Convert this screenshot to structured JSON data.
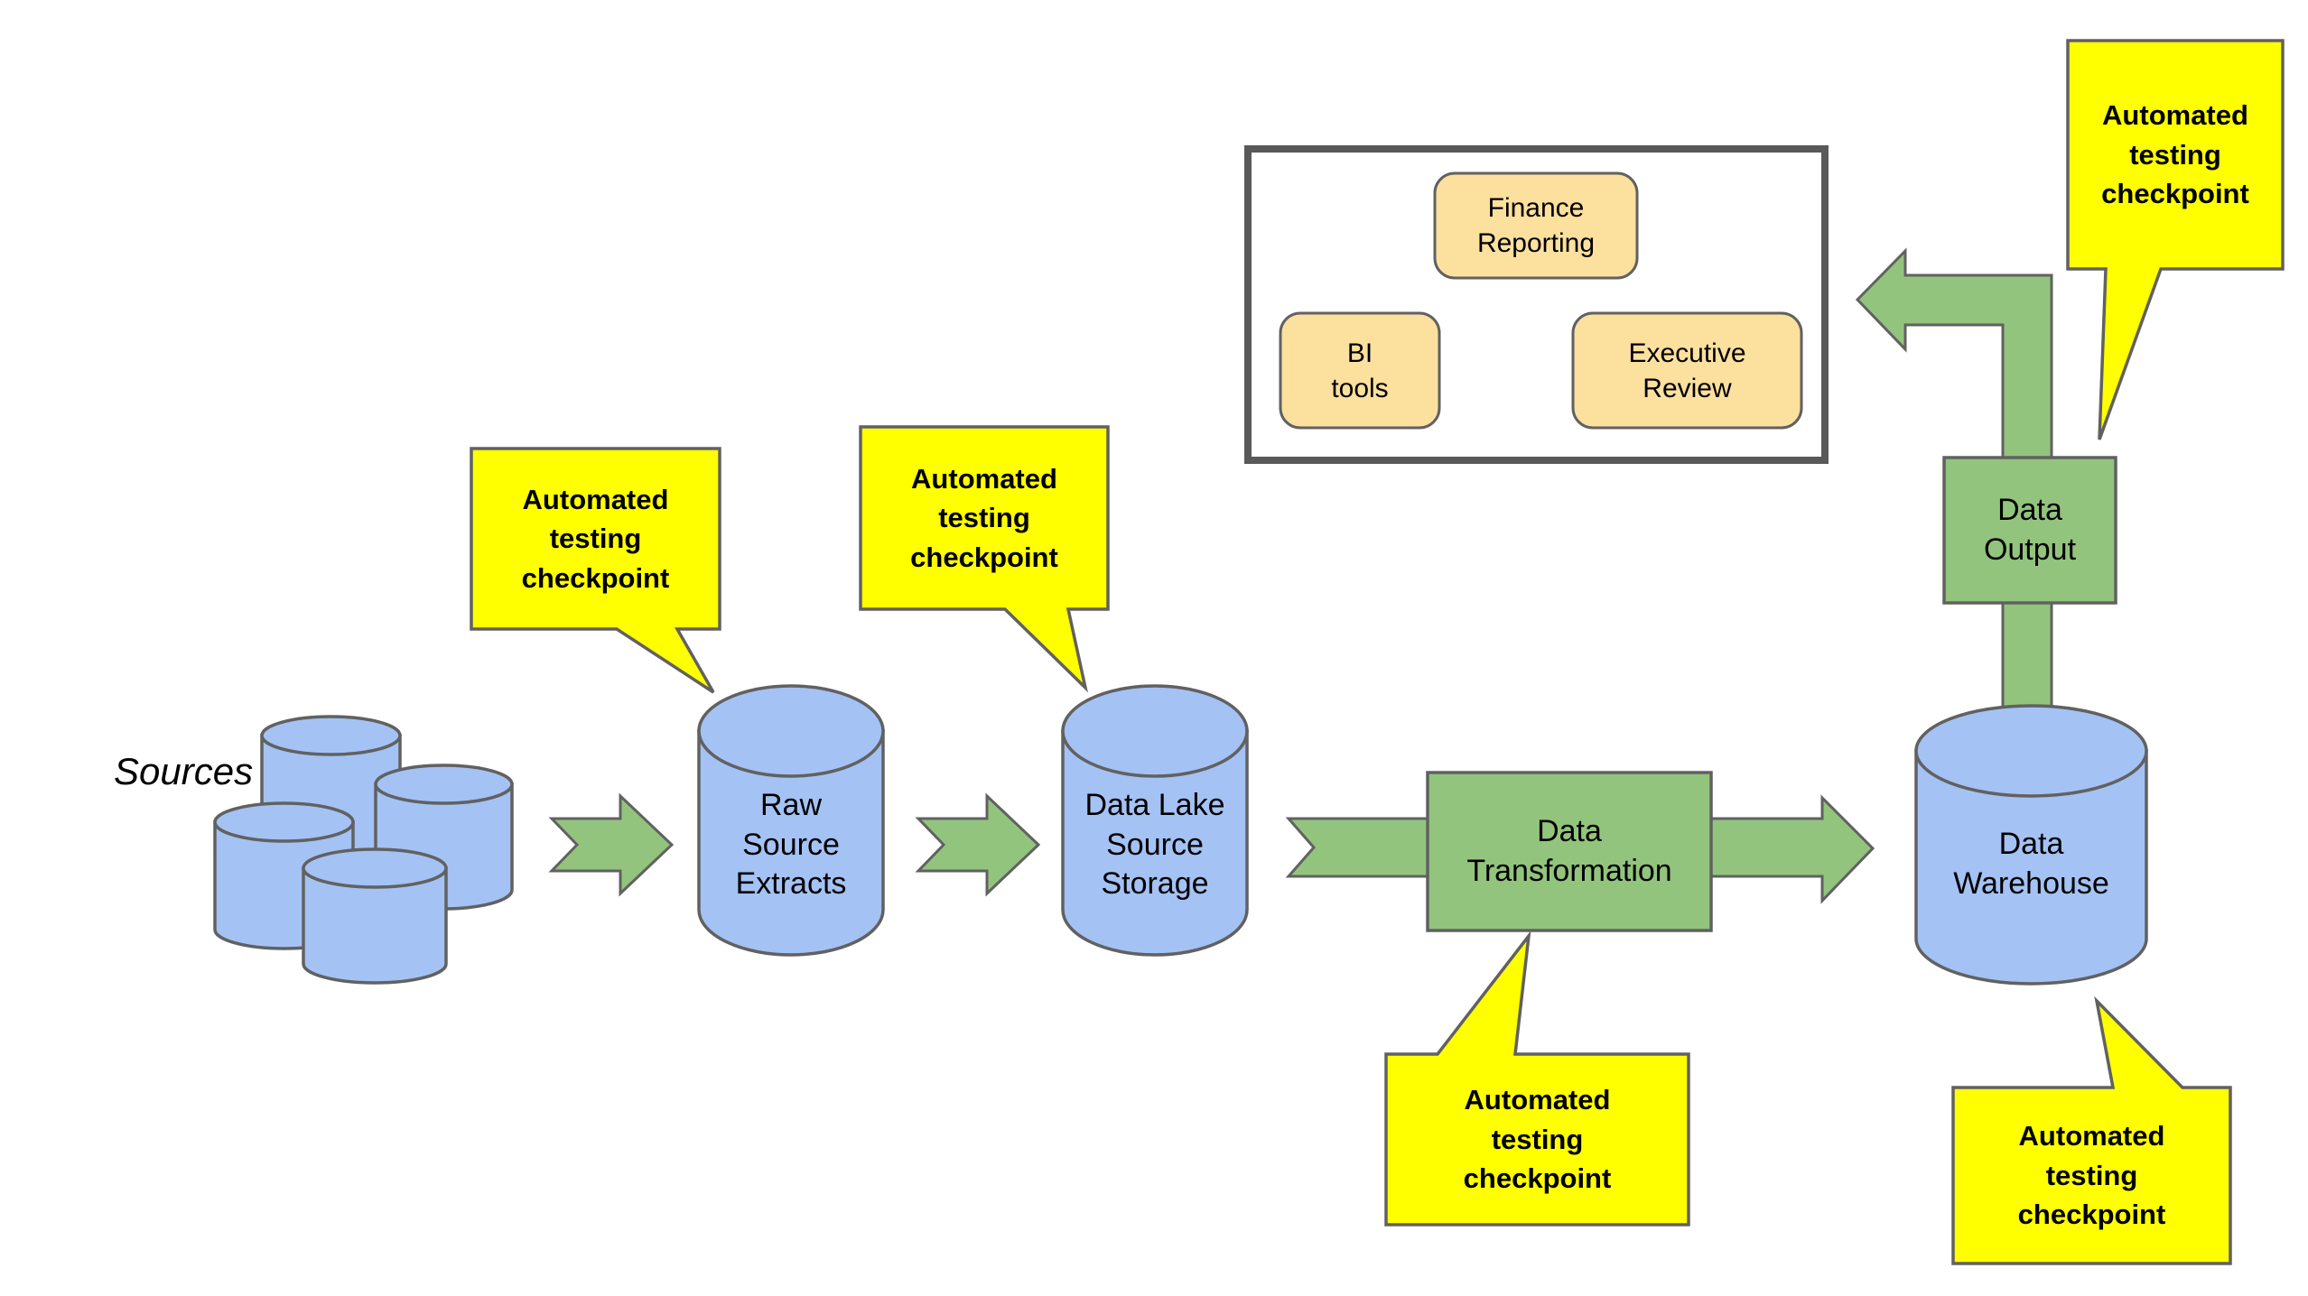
{
  "diagram": {
    "sources_label": "Sources",
    "nodes": {
      "raw_source_extracts": "Raw\nSource\nExtracts",
      "data_lake_source_storage": "Data Lake\nSource\nStorage",
      "data_transformation": "Data\nTransformation",
      "data_warehouse": "Data\nWarehouse",
      "data_output": "Data\nOutput"
    },
    "consumers": {
      "finance_reporting": "Finance\nReporting",
      "bi_tools": "BI\ntools",
      "executive_review": "Executive\nReview"
    },
    "callouts": {
      "at_raw_extracts": "Automated\ntesting\ncheckpoint",
      "at_data_lake": "Automated\ntesting\ncheckpoint",
      "at_transformation": "Automated\ntesting\ncheckpoint",
      "at_warehouse": "Automated\ntesting\ncheckpoint",
      "at_output": "Automated\ntesting\ncheckpoint"
    },
    "colors": {
      "cylinder_blue": "#A4C2F4",
      "process_green": "#93C47D",
      "callout_yellow": "#FFFF00",
      "consumer_tan": "#FCE09E",
      "stroke_gray": "#616161",
      "container_border": "#595959",
      "text_black": "#000000",
      "background": "#FFFFFF"
    }
  }
}
